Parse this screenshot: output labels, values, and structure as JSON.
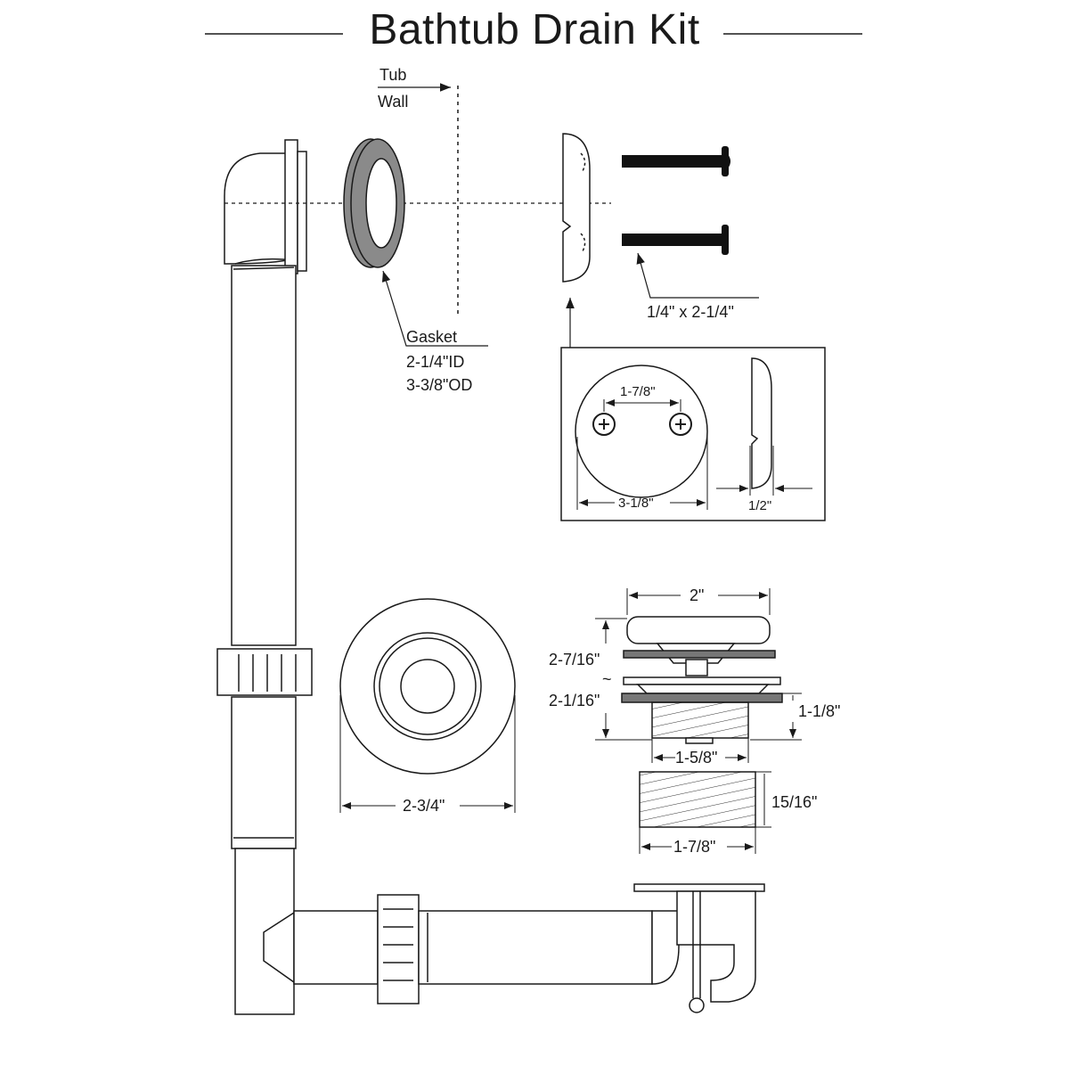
{
  "title": "Bathtub Drain Kit",
  "labels": {
    "tub": "Tub",
    "wall": "Wall",
    "gasket": "Gasket",
    "gasket_id": "2-1/4\"ID",
    "gasket_od": "3-3/8\"OD",
    "screw_size": "1/4\" x 2-1/4\"",
    "plate_hole_spacing": "1-7/8\"",
    "plate_diameter": "3-1/8\"",
    "plate_thickness": "1/2\"",
    "flange_diameter": "2-3/4\"",
    "stopper_top": "2\"",
    "stopper_height_a": "2-7/16\"",
    "stopper_height_b": "2-1/16\"",
    "body_height": "1-1/8\"",
    "body_thread": "1-5/8\"",
    "adapter_height": "15/16\"",
    "adapter_thread": "1-7/8\""
  }
}
